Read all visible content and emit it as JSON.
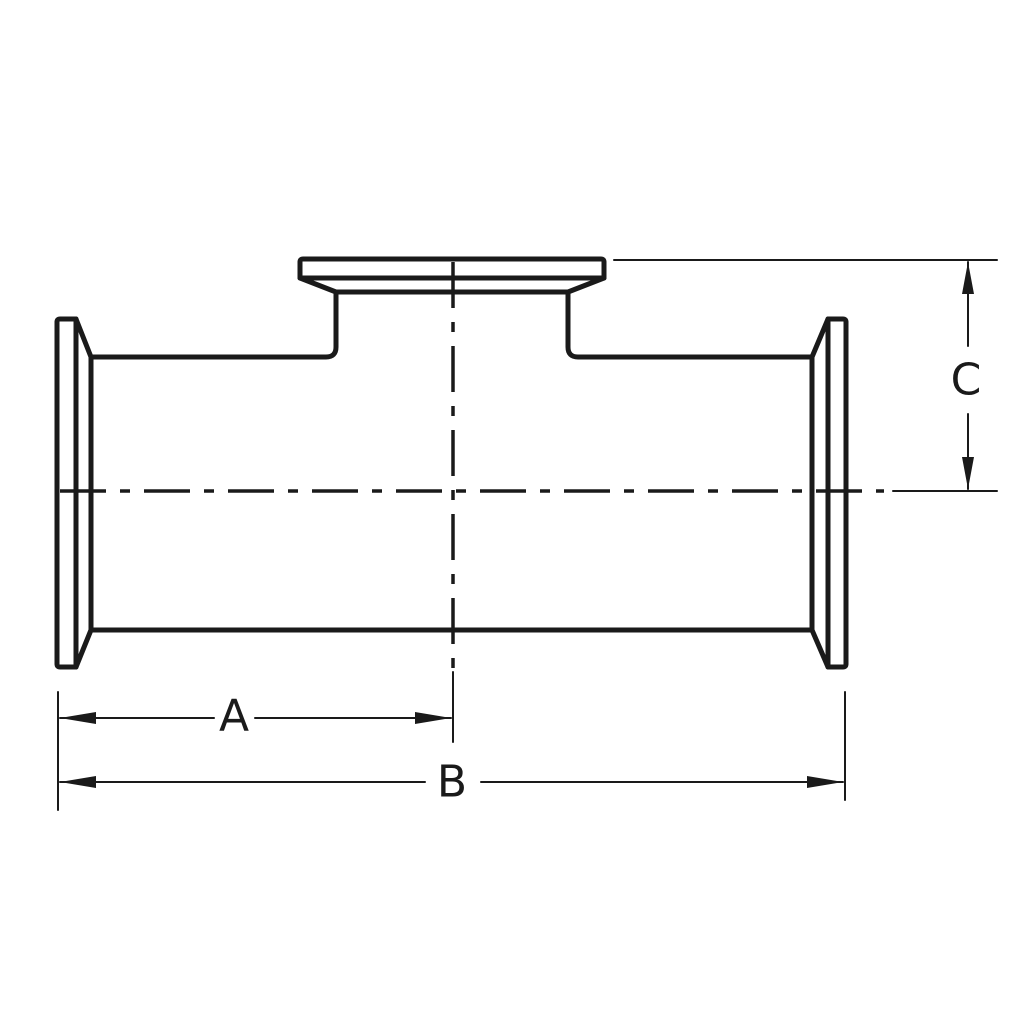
{
  "drawing": {
    "subject": "Reducing sanitary clamp tee (tri-clamp ferrule ends)",
    "stroke_color": "#1a1a1a",
    "background_color": "#ffffff"
  },
  "dimensions": {
    "a": {
      "label": "A"
    },
    "b": {
      "label": "B"
    },
    "c": {
      "label": "C"
    }
  }
}
